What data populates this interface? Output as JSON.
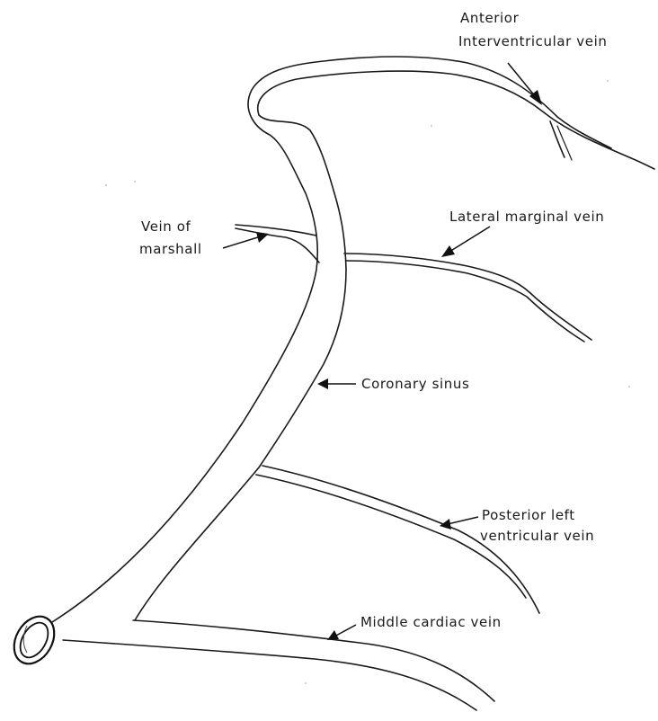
{
  "labels": {
    "anterior_interventricular": [
      "Anterior",
      "Interventricular vein"
    ],
    "lateral_marginal": "Lateral marginal vein",
    "vein_of_marshall": [
      "Vein of",
      "marshall"
    ],
    "coronary_sinus": "Coronary sinus",
    "posterior_left_ventricular": [
      "Posterior left",
      "ventricular vein"
    ],
    "middle_cardiac": "Middle cardiac vein"
  },
  "colors": {
    "ink": "#1a1a1a",
    "background": "#ffffff"
  }
}
